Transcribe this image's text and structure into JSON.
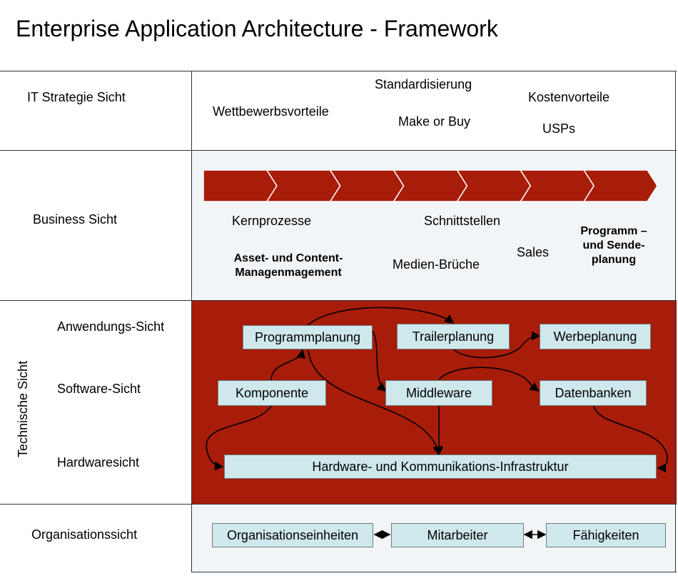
{
  "title": "Enterprise Application Architecture - Framework",
  "rows": {
    "it_strategy": {
      "label": "IT Strategie Sicht",
      "items": [
        "Standardisierung",
        "Wettbewerbsvorteile",
        "Kostenvorteile",
        "Make or Buy",
        "USPs"
      ]
    },
    "business": {
      "label": "Business Sicht",
      "items": [
        "Kernprozesse",
        "Schnittstellen",
        "Sales",
        "Medien-Brüche"
      ],
      "bold_items": [
        "Asset- und Content-\nManagenmagement",
        "Programm –\nund Sende-\nplanung"
      ],
      "chevron_count": 7
    },
    "technical": {
      "side_label": "Technische Sicht",
      "sublabels": [
        "Anwendungs-Sicht",
        "Software-Sicht",
        "Hardwaresicht"
      ],
      "boxes": {
        "programmplanung": "Programmplanung",
        "trailerplanung": "Trailerplanung",
        "werbeplanung": "Werbeplanung",
        "komponente": "Komponente",
        "middleware": "Middleware",
        "datenbanken": "Datenbanken",
        "hardware": "Hardware- und Kommunikations-Infrastruktur"
      }
    },
    "organisation": {
      "label": "Organisationssicht",
      "boxes": [
        "Organisationseinheiten",
        "Mitarbeiter",
        "Fähigkeiten"
      ]
    }
  },
  "colors": {
    "technical_bg": "#a81c0a",
    "chevron": "#a81c0a",
    "box_fill": "#cfe8ec",
    "panel_bg": "#f2f5f8"
  }
}
